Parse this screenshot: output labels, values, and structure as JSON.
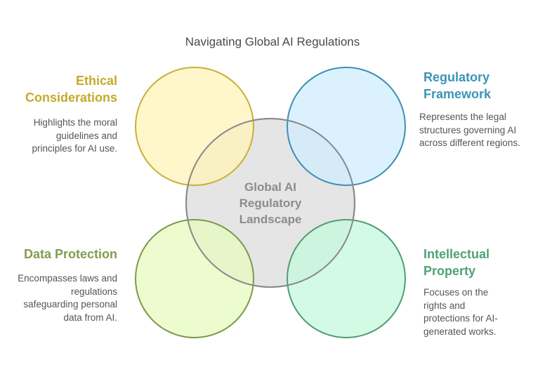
{
  "title": "Navigating Global AI Regulations",
  "center": {
    "label": "Global AI Regulatory Landscape",
    "fill": "#e5e5e5",
    "stroke": "#8a8a8a"
  },
  "items": [
    {
      "title": "Ethical Considerations",
      "description": "Highlights the moral guidelines and principles for AI use.",
      "fill": "#fff3b8",
      "stroke": "#c8b03a",
      "text_color": "#c2ab2e"
    },
    {
      "title": "Regulatory Framework",
      "description": "Represents the legal structures governing AI across different regions.",
      "fill": "#cfeefe",
      "stroke": "#3d8fb5",
      "text_color": "#3d93b8"
    },
    {
      "title": "Data Protection",
      "description": "Encompasses laws and regulations safeguarding personal data from AI.",
      "fill": "#e6fbbd",
      "stroke": "#7c9a4e",
      "text_color": "#839d4f"
    },
    {
      "title": "Intellectual Property",
      "description": "Focuses on the rights and protections for AI-generated works.",
      "fill": "#c4f8dc",
      "stroke": "#4f9d73",
      "text_color": "#4fa275"
    }
  ]
}
